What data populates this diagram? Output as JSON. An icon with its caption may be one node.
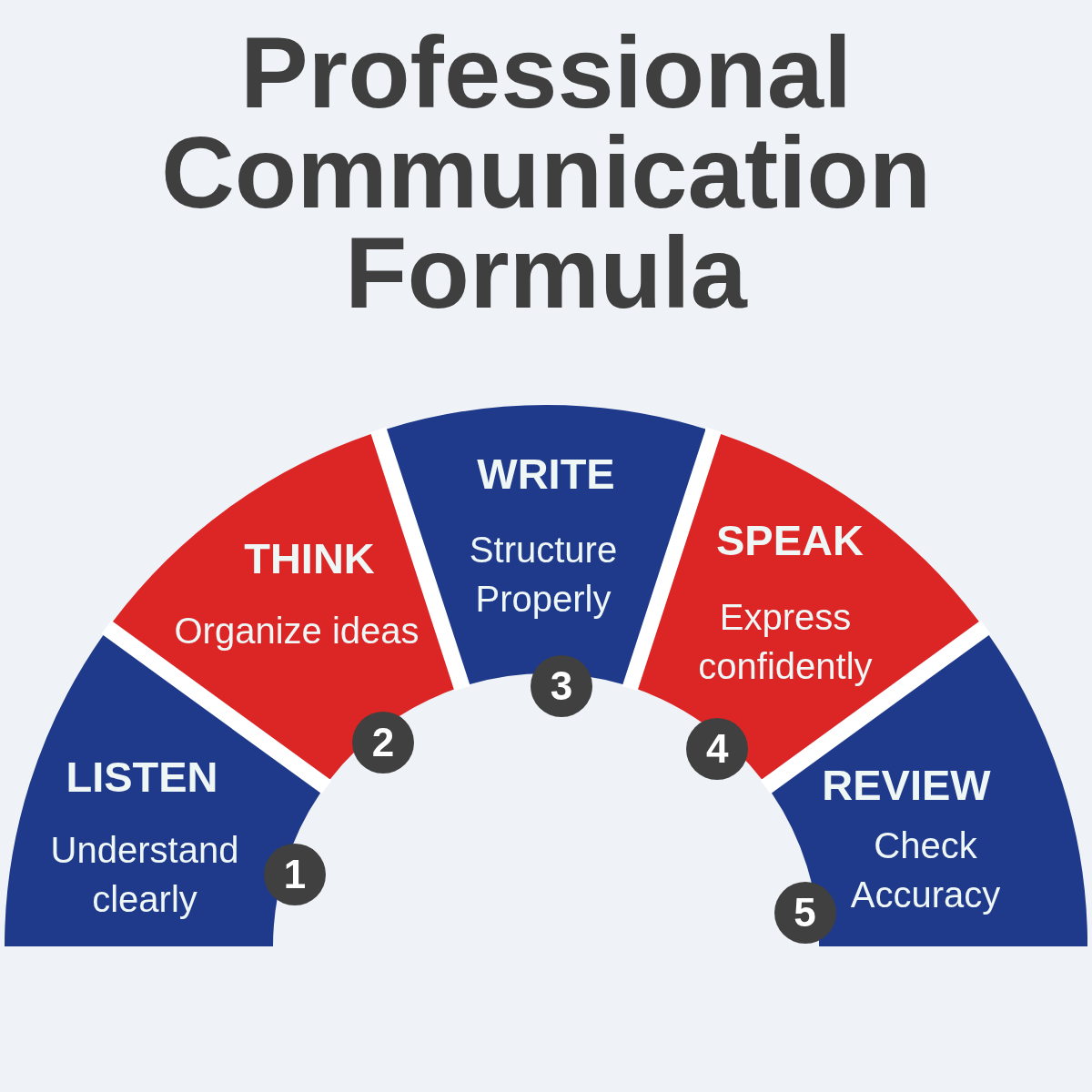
{
  "diagram": {
    "title": "Professional Communication Formula",
    "nodes": [
      {
        "text": [
          "LISTEN",
          "Understand clearly"
        ]
      },
      {
        "text": [
          "1"
        ]
      },
      {
        "text": [
          "THINK",
          "Organize ideas"
        ]
      },
      {
        "text": [
          "2"
        ]
      },
      {
        "text": [
          "WRITE",
          "Structure Properly"
        ]
      },
      {
        "text": [
          "3"
        ]
      },
      {
        "text": [
          "SPEAK",
          "Express confidently"
        ]
      },
      {
        "text": [
          "4"
        ]
      },
      {
        "text": [
          "REVIEW",
          "Check Accuracy"
        ]
      },
      {
        "text": [
          "5"
        ]
      }
    ]
  }
}
